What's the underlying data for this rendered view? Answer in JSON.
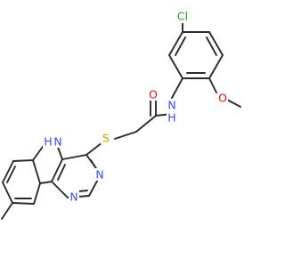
{
  "colors": {
    "bond": "#2b2b2b",
    "carbon": "#2b2b2b",
    "nitrogen": "#3050f8",
    "oxygen": "#ff0d0d",
    "sulfur": "#c8a400",
    "chlorine": "#1fa01f",
    "background": "#ffffff"
  },
  "atoms": {
    "cl": "Cl",
    "o_methoxy": "O",
    "o_carbonyl": "O",
    "n_amide_n": "N",
    "n_amide_h": "H",
    "s": "S",
    "n_pyrrole_h": "H",
    "n_pyrrole_n": "N",
    "n_ring_1": "N",
    "n_ring_2": "N"
  }
}
